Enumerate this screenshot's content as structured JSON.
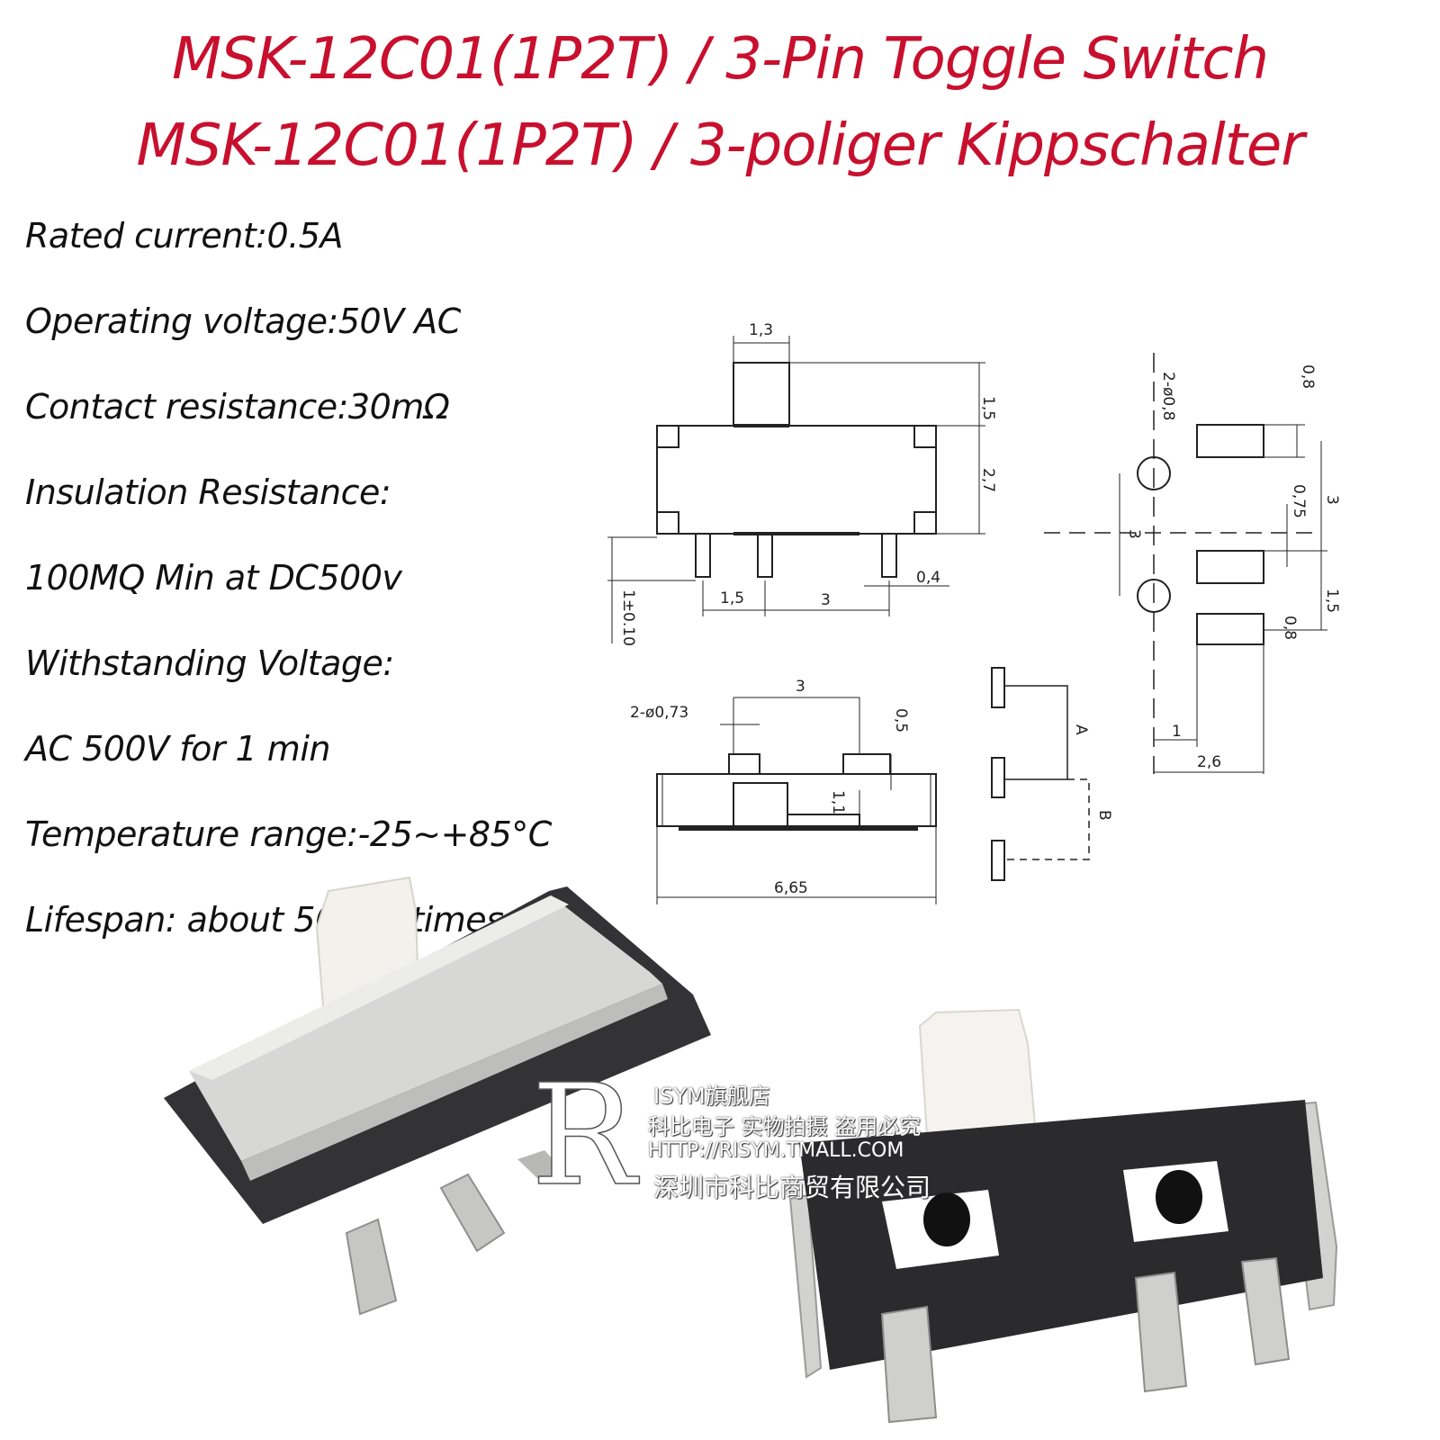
{
  "title": {
    "line1": "MSK-12C01(1P2T) / 3-Pin Toggle Switch",
    "line2": "MSK-12C01(1P2T) / 3-poliger Kippschalter"
  },
  "specs": [
    "Rated current:0.5A",
    "Operating voltage:50V AC",
    "Contact resistance:30mΩ",
    "Insulation Resistance:",
    "100MQ Min at DC500v",
    "Withstanding Voltage:",
    "AC 500V for 1 min",
    "Temperature range:-25~+85°C",
    "Lifespan: about 50000 times"
  ],
  "drawing": {
    "top_view": {
      "actuator_width": "1,3",
      "actuator_height": "1,5",
      "body_height": "2,7",
      "pin_pitch_a": "1,5",
      "pin_pitch_b": "3",
      "pin_width": "0,4",
      "pin_length": "1±0.10"
    },
    "footprint": {
      "holes": "2-ø0,8",
      "pad_height_top": "0,8",
      "pad_gap": "0,75",
      "pitch": "3",
      "pitch_lower": "1,5",
      "pad_height_bottom": "0,8",
      "pad_width_a": "1",
      "pad_width_b": "2,6",
      "center_mark": "3"
    },
    "side_view": {
      "pegs": "2-ø0,73",
      "peg_spacing": "3",
      "peg_height": "0,5",
      "step": "1,1",
      "length": "6,65"
    },
    "schematic": {
      "label_a": "A",
      "label_b": "B"
    }
  },
  "watermark": {
    "logo": "R",
    "line1": "ISYM旗舰店",
    "line2": "科比电子 实物拍摄 盗用必究",
    "line3": "HTTP://RISYM.TMALL.COM",
    "line4": "深圳市科比商贸有限公司"
  }
}
